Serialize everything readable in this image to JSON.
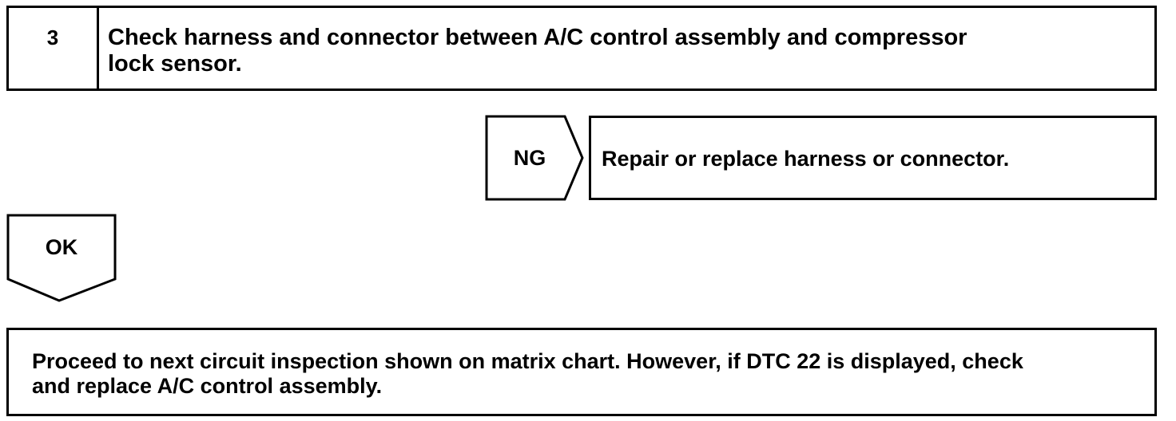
{
  "step": {
    "number": "3",
    "text_line1": "Check harness and connector between A/C control assembly and compressor",
    "text_line2": "lock sensor."
  },
  "ng_branch": {
    "label": "NG",
    "result": "Repair or replace harness or connector."
  },
  "ok_branch": {
    "label": "OK"
  },
  "final": {
    "line1": "Proceed to next circuit inspection shown on matrix chart. However, if DTC 22 is displayed, check",
    "line2": "and replace A/C control assembly."
  }
}
